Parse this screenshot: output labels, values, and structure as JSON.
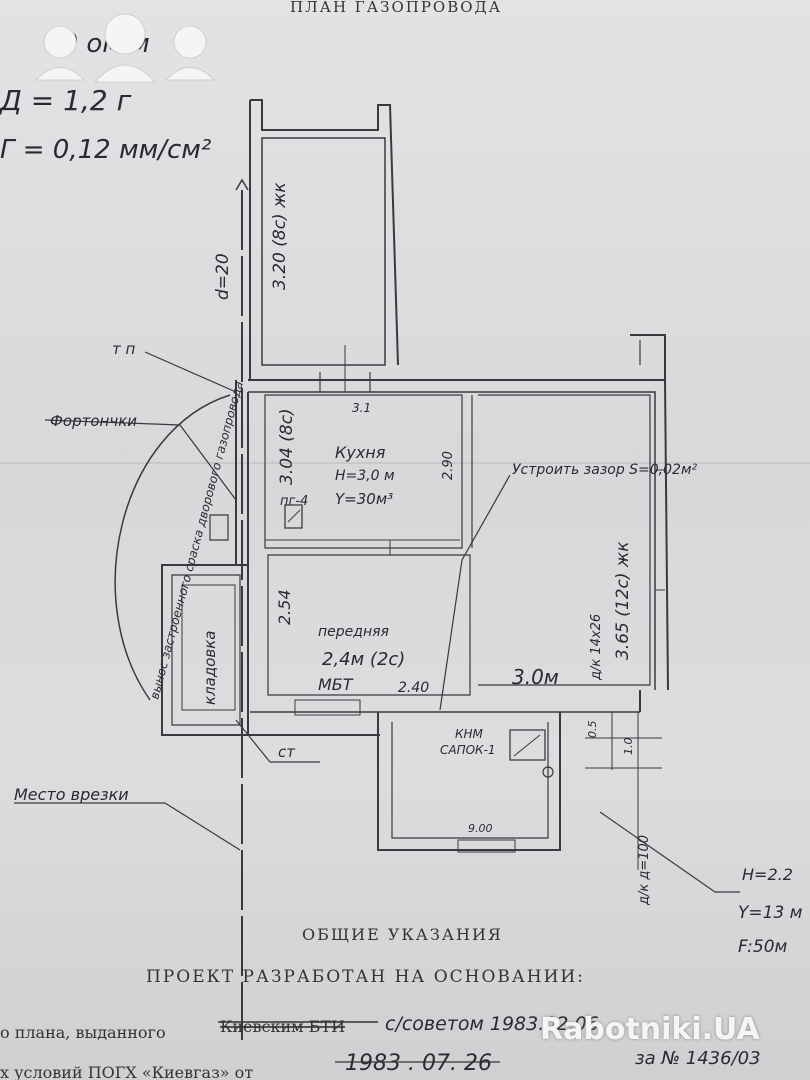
{
  "header": {
    "top_title": "ПЛАН ГАЗОПРОВОДА",
    "notes": [
      "70 ом.м",
      "Д = 1,2 г",
      "Г = 0,12 мм/см²"
    ]
  },
  "plan_labels": {
    "pipe_diameter": "d=20",
    "room_top": "3.20 (8с) жк",
    "wall_dim": "3.1",
    "tp": "т п",
    "fortochka": "Фортончки",
    "kitchen_name": "Кухня",
    "kitchen_dim": "3.04 (8с)",
    "kitchen_h": "Н=3,0 м",
    "kitchen_v": "Y=30м³",
    "kitchen_side": "2.90",
    "stove": "пг-4",
    "ustroit": "Устроить зазор S=0,02м²",
    "room_right": "3.65 (12с) жк",
    "room_right_dim": "д/к 14х26",
    "perednya": "передняя",
    "perednya_dim": "2.54",
    "perednya_code": "2,4м (2с)",
    "mbt": "МБТ",
    "gtn": "2.40",
    "room_30m": "3.0м",
    "kladovka": "кладовка",
    "arc_note": "вынос застроенного сраска дворового газопровода",
    "st": "ст",
    "mesto_vrezki": "Место врезки",
    "chm": "КНМ",
    "apok": "САПОК-1",
    "dim_05": "0.5",
    "dim_10": "1.0",
    "dim_900": "9.00",
    "a100": "д/к д=100",
    "h22": "Н=2.2",
    "y13": "Y=13 м",
    "f50": "F:50м"
  },
  "footer": {
    "general": "ОБЩИЕ УКАЗАНИЯ",
    "project": "ПРОЕКТ РАЗРАБОТАН НА ОСНОВАНИИ:",
    "line1_a": "о плана, выданного",
    "line1_b": "Киевским БТИ",
    "line1_c": "с/советом 1983.02.06",
    "line2_a": "х условий ПОГХ «Киевгаз» от",
    "line2_b": "1983 . 07. 26",
    "line2_c": "за № 1436/03"
  },
  "watermark": {
    "text": "Rabotniki.UA"
  }
}
